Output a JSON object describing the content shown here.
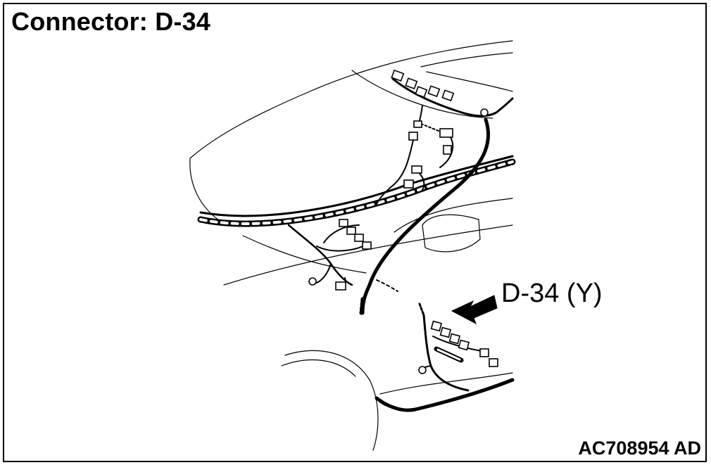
{
  "title": "Connector: D-34",
  "callout": {
    "label": "D-34 (Y)"
  },
  "figure_code": "AC708954 AD",
  "colors": {
    "line": "#000000",
    "background": "#ffffff"
  }
}
